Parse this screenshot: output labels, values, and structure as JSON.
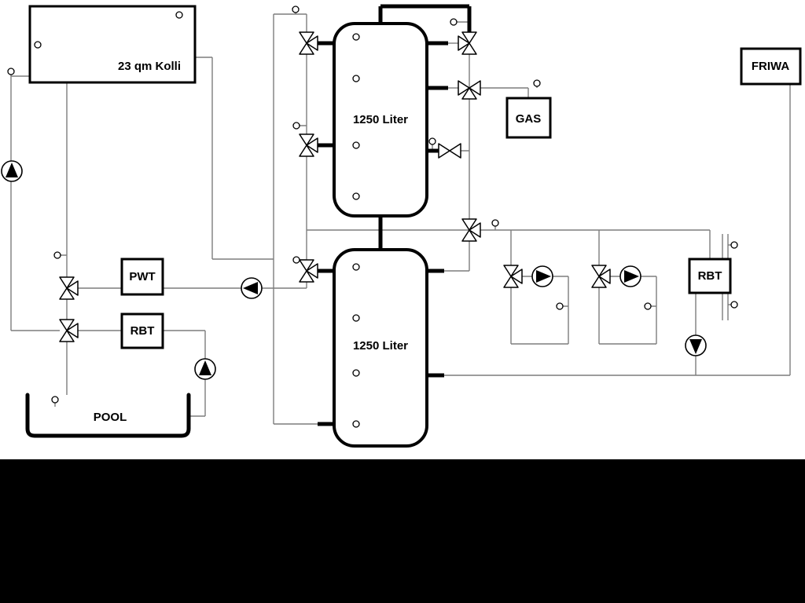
{
  "colors": {
    "background": "#ffffff",
    "pipe_line": "#7d7d7d",
    "component_outline": "#000000",
    "footer_bar": "#000000"
  },
  "components": {
    "collector": {
      "label": "23 qm Kolli"
    },
    "tank_top": {
      "label": "1250 Liter"
    },
    "tank_bottom": {
      "label": "1250 Liter"
    },
    "gas": {
      "label": "GAS"
    },
    "friwa": {
      "label": "FRIWA"
    },
    "pwt": {
      "label": "PWT"
    },
    "rbt_left": {
      "label": "RBT"
    },
    "rbt_right": {
      "label": "RBT"
    },
    "pool": {
      "label": "POOL"
    }
  },
  "icons": {
    "pump-icon": "circle with solid directional triangle",
    "three-way-valve-icon": "bowtie of hollow triangles",
    "temperature-sensor-icon": "small hollow circle with stub line"
  }
}
